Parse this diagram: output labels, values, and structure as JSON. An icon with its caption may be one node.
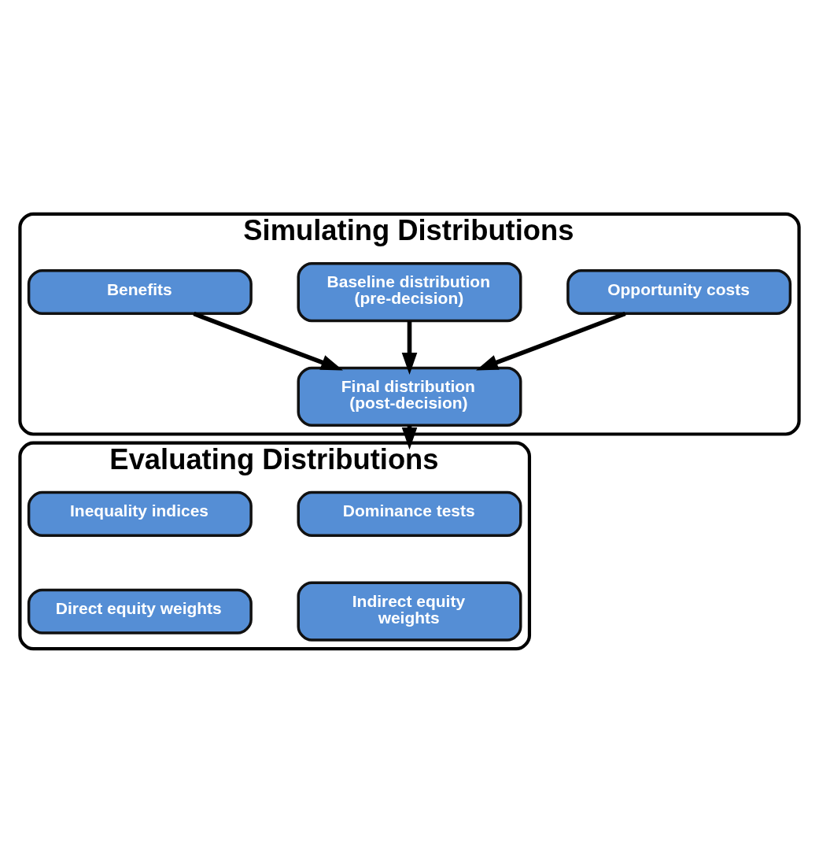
{
  "diagram": {
    "nodes": [
      {
        "text": [
          "Simulating Distributions"
        ]
      },
      {
        "text": [
          "Baseline distribution (pre-decision)"
        ],
        "in": 0
      },
      {
        "text": [
          "Benefits"
        ],
        "in": 0
      },
      {
        "text": [
          "Opportunity costs"
        ],
        "in": 0
      },
      {
        "text": [
          "Final distribution (post-decision)"
        ],
        "in": 0
      },
      {
        "text": [
          "Evaluating Distributions"
        ]
      },
      {
        "text": [
          "Dominance tests"
        ],
        "in": 5
      },
      {
        "text": [
          "Inequality indices"
        ],
        "in": 5
      },
      {
        "text": [
          "Indirect equity weights"
        ],
        "in": 5
      },
      {
        "text": [
          "Direct equity weights"
        ],
        "in": 5
      }
    ],
    "edges": [
      {
        "from": 1,
        "to": 4,
        "arrow": "to"
      },
      {
        "from": 2,
        "to": 4,
        "arrow": "to"
      },
      {
        "from": 3,
        "to": 4,
        "arrow": "to"
      },
      {
        "from": 4,
        "to": 5,
        "arrow": "to"
      }
    ]
  }
}
